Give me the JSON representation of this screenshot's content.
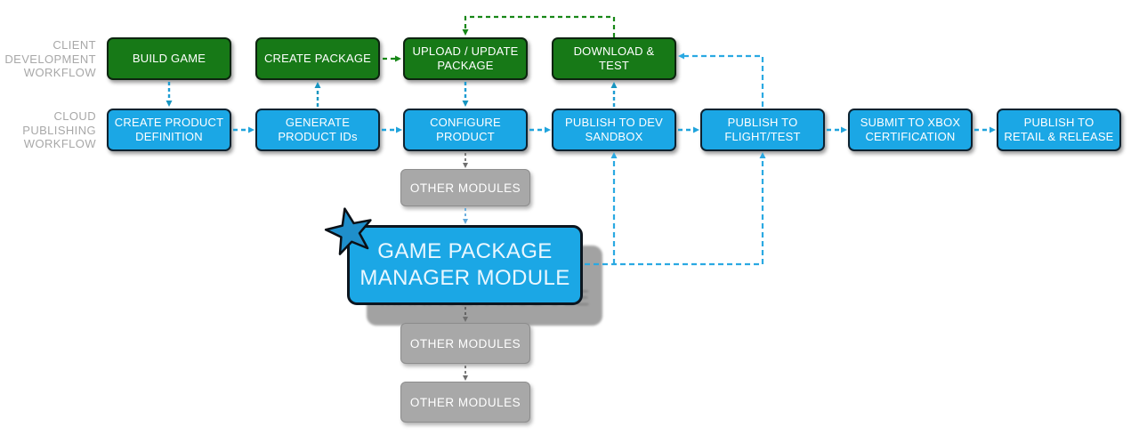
{
  "diagram": {
    "rows": {
      "client": {
        "label_lines": [
          "CLIENT",
          "DEVELOPMENT",
          "WORKFLOW"
        ],
        "nodes": [
          {
            "id": "build-game",
            "lines": [
              "BUILD GAME"
            ]
          },
          {
            "id": "create-package",
            "lines": [
              "CREATE PACKAGE"
            ]
          },
          {
            "id": "upload-update-package",
            "lines": [
              "UPLOAD / UPDATE",
              "PACKAGE"
            ]
          },
          {
            "id": "download-test",
            "lines": [
              "DOWNLOAD &",
              "TEST"
            ]
          }
        ]
      },
      "cloud": {
        "label_lines": [
          "CLOUD",
          "PUBLISHING",
          "WORKFLOW"
        ],
        "nodes": [
          {
            "id": "create-product-definition",
            "lines": [
              "CREATE PRODUCT",
              "DEFINITION"
            ]
          },
          {
            "id": "generate-product-ids",
            "lines": [
              "GENERATE",
              "PRODUCT IDs"
            ]
          },
          {
            "id": "configure-product",
            "lines": [
              "CONFIGURE",
              "PRODUCT"
            ]
          },
          {
            "id": "publish-to-dev-sandbox",
            "lines": [
              "PUBLISH TO DEV",
              "SANDBOX"
            ]
          },
          {
            "id": "publish-to-flight-test",
            "lines": [
              "PUBLISH TO",
              "FLIGHT/TEST"
            ]
          },
          {
            "id": "submit-to-xbox-certification",
            "lines": [
              "SUBMIT TO XBOX",
              "CERTIFICATION"
            ]
          },
          {
            "id": "publish-to-retail-release",
            "lines": [
              "PUBLISH TO",
              "RETAIL & RELEASE"
            ]
          }
        ]
      }
    },
    "modules": {
      "other_top": {
        "label": "OTHER MODULES"
      },
      "game_package_manager": {
        "lines": [
          "GAME PACKAGE",
          "MANAGER MODULE"
        ]
      },
      "other_mid": {
        "label": "OTHER MODULES"
      },
      "other_bottom": {
        "label": "OTHER MODULES"
      }
    },
    "colors": {
      "client_node_green": "#177917",
      "cloud_node_blue": "#1BA7E5",
      "module_gray": "#A8A8A8",
      "label_gray": "#A8A8A8",
      "connector_green": "#178717",
      "connector_blue": "#1FA3DC",
      "connector_teal": "#1795C0",
      "connector_light_blue": "#5FA8DC",
      "connector_gray": "#7A7A7A",
      "star_blue": "#1F8FCB"
    }
  }
}
